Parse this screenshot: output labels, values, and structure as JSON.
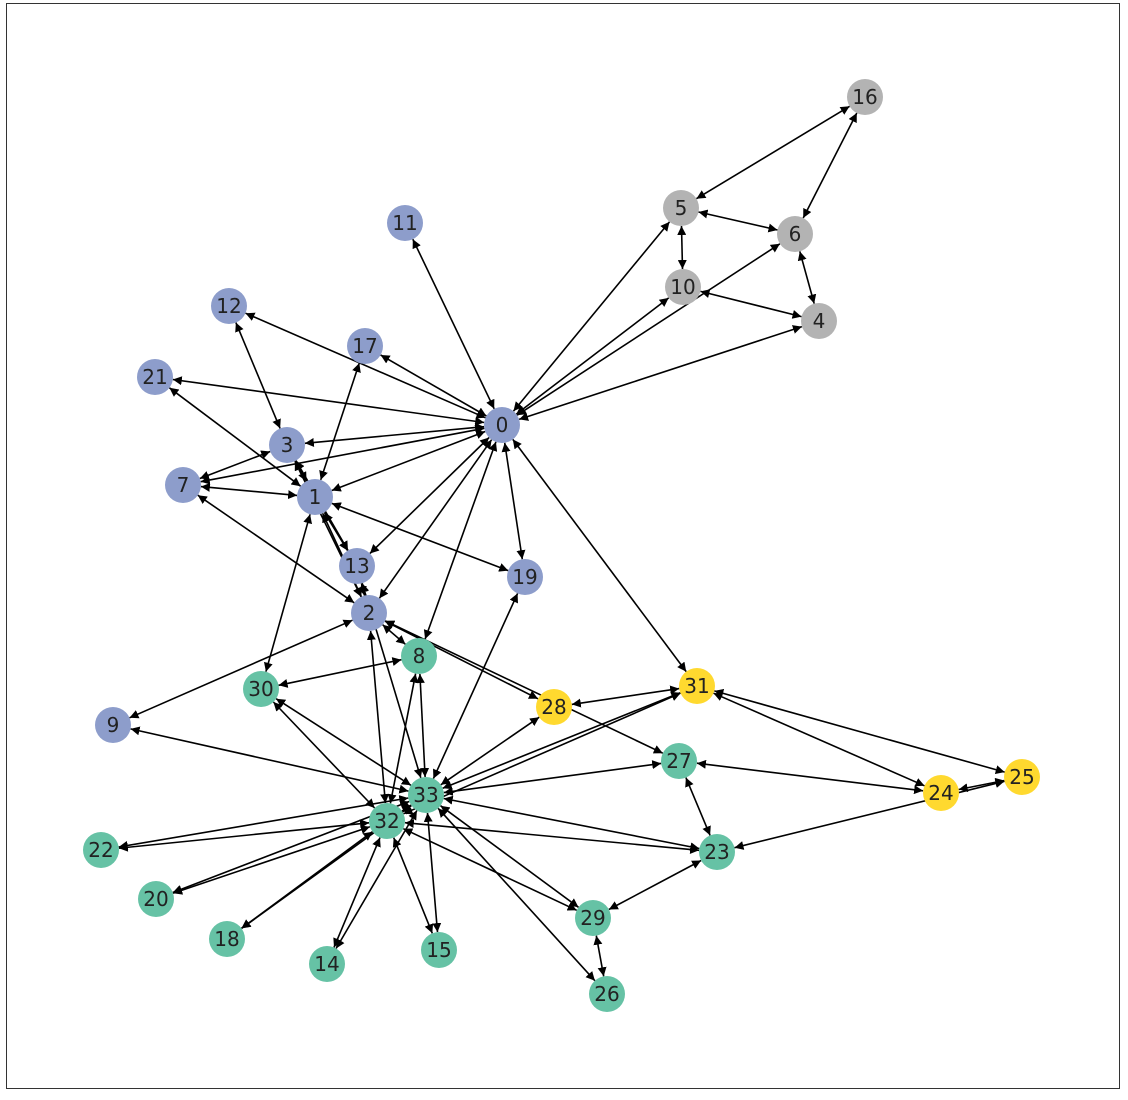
{
  "graph": {
    "colors": {
      "group_blue": "#8d9dcb",
      "group_green": "#66c2a5",
      "group_gray": "#b3b3b3",
      "group_yellow": "#ffd92f",
      "edge": "#000000"
    },
    "nodes": [
      {
        "id": "0",
        "group": "group_blue"
      },
      {
        "id": "1",
        "group": "group_blue"
      },
      {
        "id": "2",
        "group": "group_blue"
      },
      {
        "id": "3",
        "group": "group_blue"
      },
      {
        "id": "4",
        "group": "group_gray"
      },
      {
        "id": "5",
        "group": "group_gray"
      },
      {
        "id": "6",
        "group": "group_gray"
      },
      {
        "id": "7",
        "group": "group_blue"
      },
      {
        "id": "8",
        "group": "group_green"
      },
      {
        "id": "9",
        "group": "group_blue"
      },
      {
        "id": "10",
        "group": "group_gray"
      },
      {
        "id": "11",
        "group": "group_blue"
      },
      {
        "id": "12",
        "group": "group_blue"
      },
      {
        "id": "13",
        "group": "group_blue"
      },
      {
        "id": "14",
        "group": "group_green"
      },
      {
        "id": "15",
        "group": "group_green"
      },
      {
        "id": "16",
        "group": "group_gray"
      },
      {
        "id": "17",
        "group": "group_blue"
      },
      {
        "id": "18",
        "group": "group_green"
      },
      {
        "id": "19",
        "group": "group_blue"
      },
      {
        "id": "20",
        "group": "group_green"
      },
      {
        "id": "21",
        "group": "group_blue"
      },
      {
        "id": "22",
        "group": "group_green"
      },
      {
        "id": "23",
        "group": "group_green"
      },
      {
        "id": "24",
        "group": "group_yellow"
      },
      {
        "id": "25",
        "group": "group_yellow"
      },
      {
        "id": "26",
        "group": "group_green"
      },
      {
        "id": "27",
        "group": "group_green"
      },
      {
        "id": "28",
        "group": "group_yellow"
      },
      {
        "id": "29",
        "group": "group_green"
      },
      {
        "id": "30",
        "group": "group_green"
      },
      {
        "id": "31",
        "group": "group_yellow"
      },
      {
        "id": "32",
        "group": "group_green"
      },
      {
        "id": "33",
        "group": "group_green"
      }
    ],
    "edges": [
      [
        "0",
        "1"
      ],
      [
        "0",
        "2"
      ],
      [
        "0",
        "3"
      ],
      [
        "0",
        "4"
      ],
      [
        "0",
        "5"
      ],
      [
        "0",
        "6"
      ],
      [
        "0",
        "7"
      ],
      [
        "0",
        "8"
      ],
      [
        "0",
        "10"
      ],
      [
        "0",
        "11"
      ],
      [
        "0",
        "12"
      ],
      [
        "0",
        "13"
      ],
      [
        "0",
        "17"
      ],
      [
        "0",
        "19"
      ],
      [
        "0",
        "21"
      ],
      [
        "0",
        "31"
      ],
      [
        "1",
        "2"
      ],
      [
        "1",
        "3"
      ],
      [
        "1",
        "7"
      ],
      [
        "1",
        "13"
      ],
      [
        "1",
        "17"
      ],
      [
        "1",
        "19"
      ],
      [
        "1",
        "21"
      ],
      [
        "1",
        "30"
      ],
      [
        "2",
        "3"
      ],
      [
        "2",
        "7"
      ],
      [
        "2",
        "8"
      ],
      [
        "2",
        "9"
      ],
      [
        "2",
        "13"
      ],
      [
        "2",
        "27"
      ],
      [
        "2",
        "28"
      ],
      [
        "2",
        "32"
      ],
      [
        "3",
        "7"
      ],
      [
        "3",
        "12"
      ],
      [
        "3",
        "13"
      ],
      [
        "4",
        "6"
      ],
      [
        "4",
        "10"
      ],
      [
        "5",
        "6"
      ],
      [
        "5",
        "10"
      ],
      [
        "5",
        "16"
      ],
      [
        "6",
        "16"
      ],
      [
        "8",
        "30"
      ],
      [
        "8",
        "32"
      ],
      [
        "8",
        "33"
      ],
      [
        "9",
        "33"
      ],
      [
        "13",
        "33"
      ],
      [
        "14",
        "32"
      ],
      [
        "14",
        "33"
      ],
      [
        "15",
        "32"
      ],
      [
        "15",
        "33"
      ],
      [
        "18",
        "32"
      ],
      [
        "18",
        "33"
      ],
      [
        "19",
        "33"
      ],
      [
        "20",
        "32"
      ],
      [
        "20",
        "33"
      ],
      [
        "22",
        "32"
      ],
      [
        "22",
        "33"
      ],
      [
        "23",
        "25"
      ],
      [
        "23",
        "27"
      ],
      [
        "23",
        "29"
      ],
      [
        "23",
        "32"
      ],
      [
        "23",
        "33"
      ],
      [
        "24",
        "25"
      ],
      [
        "24",
        "27"
      ],
      [
        "24",
        "31"
      ],
      [
        "25",
        "31"
      ],
      [
        "26",
        "29"
      ],
      [
        "26",
        "33"
      ],
      [
        "27",
        "33"
      ],
      [
        "28",
        "31"
      ],
      [
        "28",
        "33"
      ],
      [
        "29",
        "32"
      ],
      [
        "29",
        "33"
      ],
      [
        "30",
        "32"
      ],
      [
        "30",
        "33"
      ],
      [
        "31",
        "32"
      ],
      [
        "31",
        "33"
      ],
      [
        "32",
        "33"
      ]
    ]
  }
}
